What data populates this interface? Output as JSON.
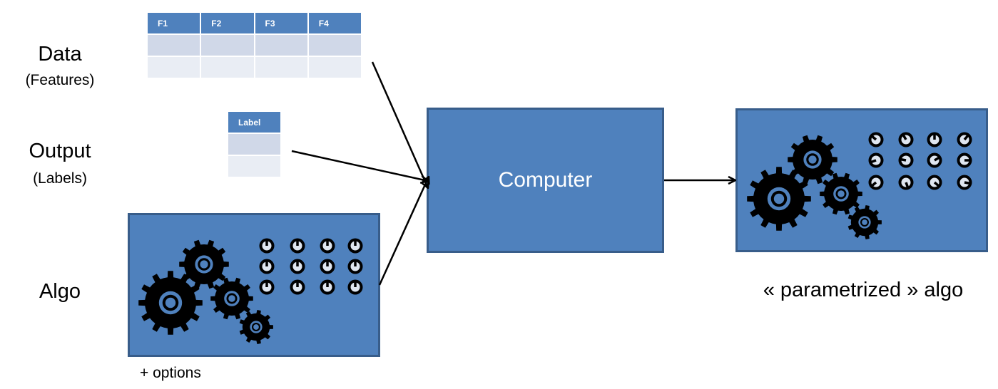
{
  "labels": {
    "data": "Data",
    "features": "(Features)",
    "output": "Output",
    "labels": "(Labels)",
    "algo": "Algo",
    "options": "+ options",
    "parametrized": "« parametrized » algo"
  },
  "features_table": {
    "headers": [
      "F1",
      "F2",
      "F3",
      "F4"
    ],
    "rows": 2
  },
  "label_table": {
    "header": "Label",
    "rows": 2
  },
  "computer": {
    "label": "Computer"
  },
  "colors": {
    "box_fill": "#4f81bd",
    "box_border": "#385d8a",
    "table_header": "#4f81bd",
    "row_dark": "#d0d8e8",
    "row_light": "#e9edf4"
  },
  "icons": [
    "gear-icon",
    "knob-icon",
    "arrow-icon"
  ]
}
